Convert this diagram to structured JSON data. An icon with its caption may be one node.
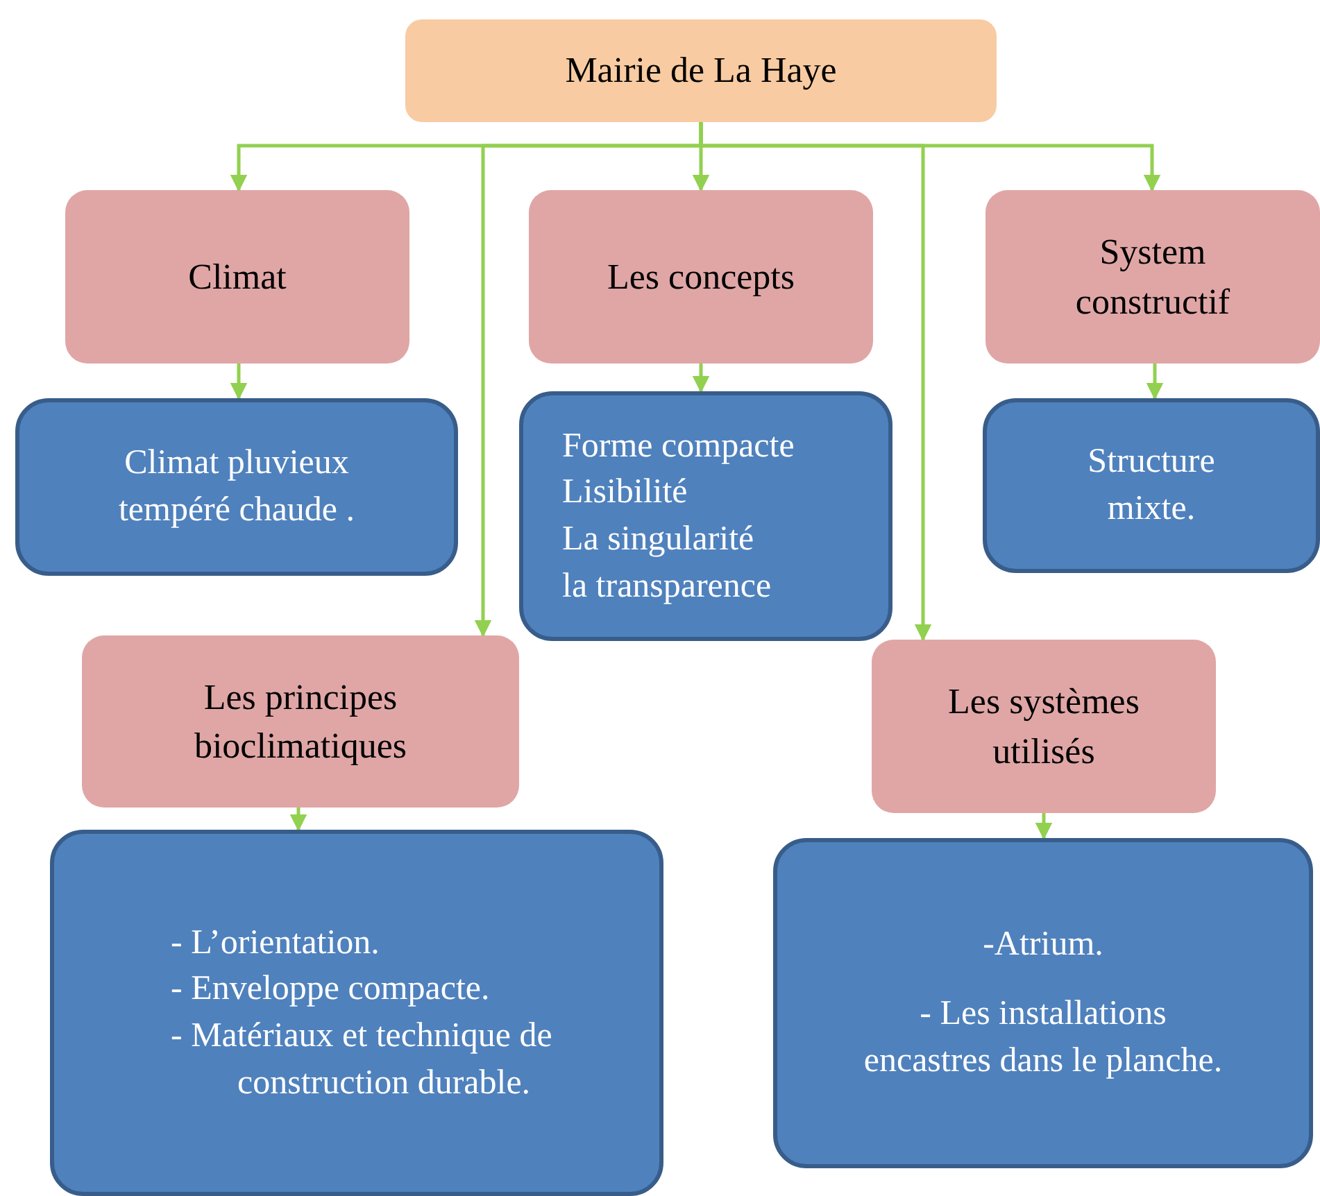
{
  "diagram": {
    "nodes": [
      {
        "text": [
          "Mairie de La Haye"
        ]
      },
      {
        "text": [
          "Climat"
        ]
      },
      {
        "text": [
          "Les concepts"
        ]
      },
      {
        "text": [
          "System constructif"
        ]
      },
      {
        "text": [
          "Climat pluvieux tempéré chaude ."
        ]
      },
      {
        "text": [
          "Forme compacte",
          "Lisibilité",
          "La singularité",
          "la transparence"
        ]
      },
      {
        "text": [
          "Structure mixte."
        ]
      },
      {
        "text": [
          "Les principes bioclimatiques"
        ]
      },
      {
        "text": [
          "Les systèmes utilisés"
        ]
      },
      {
        "text": [
          "- L’orientation.",
          "- Enveloppe compacte.",
          "- Matériaux et technique de construction durable."
        ]
      },
      {
        "text": [
          "-Atrium.",
          "- Les installations encastres dans le planche."
        ]
      }
    ],
    "edges": [
      {
        "from": 0,
        "to": 1,
        "arrow": "to"
      },
      {
        "from": 0,
        "to": 2,
        "arrow": "to"
      },
      {
        "from": 0,
        "to": 3,
        "arrow": "to"
      },
      {
        "from": 0,
        "to": 7,
        "arrow": "to"
      },
      {
        "from": 0,
        "to": 8,
        "arrow": "to"
      },
      {
        "from": 1,
        "to": 4,
        "arrow": "to"
      },
      {
        "from": 2,
        "to": 5,
        "arrow": "to"
      },
      {
        "from": 3,
        "to": 6,
        "arrow": "to"
      },
      {
        "from": 7,
        "to": 9,
        "arrow": "to"
      },
      {
        "from": 8,
        "to": 10,
        "arrow": "to"
      }
    ]
  }
}
